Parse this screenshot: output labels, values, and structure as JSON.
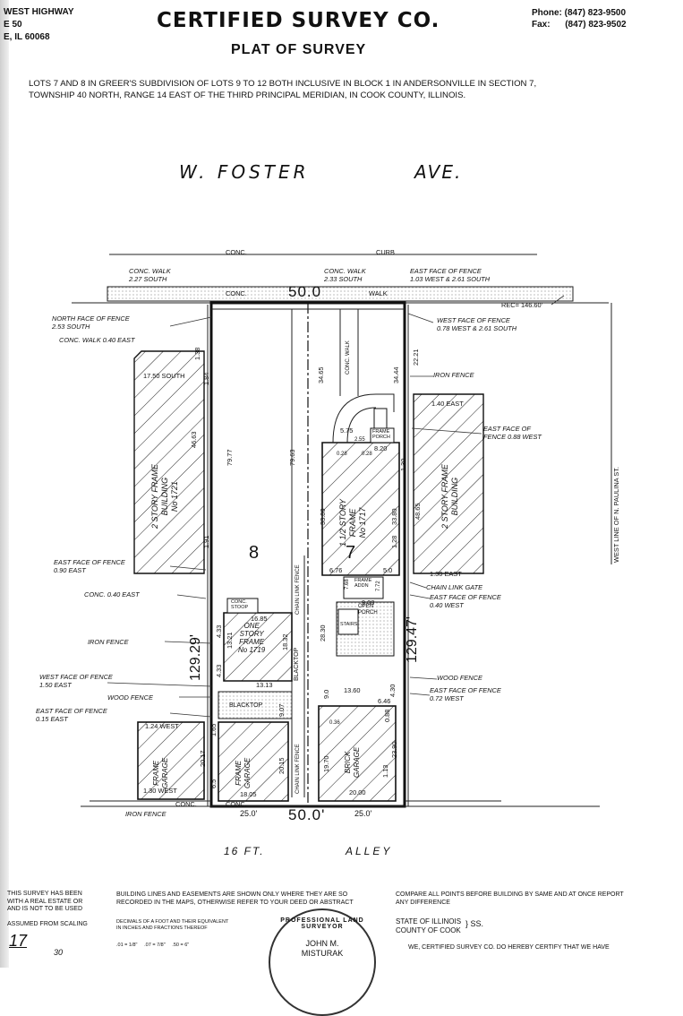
{
  "header": {
    "address_lines": [
      "WEST HIGHWAY",
      "E 50",
      "E, IL 60068"
    ],
    "company": "CERTIFIED SURVEY CO.",
    "doc_title": "PLAT OF SURVEY",
    "phone": "Phone: (847) 823-9500",
    "fax": "Fax:      (847) 823-9502",
    "legal_description": "LOTS 7 AND 8 IN GREER'S SUBDIVISION OF LOTS 9 TO 12 BOTH INCLUSIVE IN BLOCK 1 IN ANDERSONVILLE IN SECTION 7, TOWNSHIP 40 NORTH, RANGE 14 EAST OF THE THIRD PRINCIPAL MERIDIAN, IN COOK COUNTY, ILLINOIS."
  },
  "plat": {
    "street_top_a": "W. FOSTER",
    "street_top_b": "AVE.",
    "curb_a": "CONC.",
    "curb_b": "CURB",
    "width_top": "50.0",
    "width_bottom": "50.0'",
    "rec": "REC= 146.60'",
    "west_line": "WEST LINE OF N. PAULINA ST.",
    "alley_a": "16 FT.",
    "alley_b": "ALLEY",
    "lot_8": "8",
    "lot_7": "7",
    "depth_left": "129.29'",
    "depth_right": "129.47'",
    "sidewalk_conc": "CONC.",
    "sidewalk_walk": "WALK",
    "bottom_25_left": "25.0'",
    "bottom_25_right": "25.0'",
    "bottom_conc": "CONC.",
    "bottom_conc2": "CONC."
  },
  "notes_left": {
    "conc_walk_227": "CONC. WALK\n2.27 SOUTH",
    "north_face": "NORTH FACE OF FENCE\n2.53 SOUTH",
    "conc_walk_040": "CONC. WALK 0.40 EAST",
    "east_face_090": "EAST FACE OF FENCE\n0.90 EAST",
    "conc_040_east": "CONC. 0.40 EAST",
    "iron_fence": "IRON FENCE",
    "west_face_150": "WEST FACE OF FENCE\n1.50 EAST",
    "wood_fence": "WOOD FENCE",
    "east_face_015": "EAST FACE OF FENCE\n0.15 EAST",
    "iron_fence_bottom": "IRON FENCE"
  },
  "notes_right": {
    "conc_walk_233": "CONC. WALK\n2.33 SOUTH",
    "east_face_103": "EAST FACE OF FENCE\n1.03 WEST & 2.61 SOUTH",
    "west_face_078": "WEST FACE OF FENCE\n0.78 WEST & 2.61 SOUTH",
    "iron_fence": "IRON FENCE",
    "east_face_088": "EAST FACE OF\nFENCE 0.88 WEST",
    "chain_link_gate": "CHAIN LINK GATE",
    "east_face_040": "EAST FACE OF FENCE\n0.40 WEST",
    "wood_fence": "WOOD FENCE",
    "east_face_072": "EAST FACE OF FENCE\n0.72 WEST"
  },
  "buildings": {
    "left_building": "2 STORY FRAME\nBUILDING\nNo 1721",
    "right_building": "2 STORY FRAME\nBUILDING",
    "house_7": "1 1/2 STORY\nFRAME\nNo 1717",
    "one_story": "ONE\nSTORY\nFRAME\nNo 1719",
    "frame_garage_left": "FRAME\nGARAGE",
    "frame_garage_8": "FRAME\nGARAGE",
    "brick_garage": "BRICK\nGARAGE",
    "frame_porch": "FRAME\nPORCH",
    "frame_addn": "FRAME\nADDN",
    "open_porch": "OPEN\nPORCH",
    "stairs": "STAIRS",
    "conc_stoop": "CONC.\nSTOOP",
    "blacktop_a": "BLACKTOP",
    "blacktop_b": "BLACKTOP",
    "chain_link_fence_a": "CHAIN LINK FENCE",
    "chain_link_fence_b": "CHAIN LINK FENCE",
    "conc_walk_v": "CONC. WALK"
  },
  "dims": {
    "d1750": "17.50 SOUTH",
    "d138": "1.38",
    "d184": "1.84",
    "d4663": "46.63",
    "d7977": "79.77",
    "d7963": "79.63",
    "d3465": "34.65",
    "d3444": "34.44",
    "d2221": "22.21",
    "d140e": "1.40 EAST",
    "d4865": "48.65",
    "d3380a": "33.80",
    "d3380b": "33.80",
    "d130": "1.30",
    "d130e": "1.30 EAST",
    "d575": "5.75",
    "d255": "2.55",
    "d820": "8.20",
    "d028a": "0.28",
    "d028b": "0.28",
    "d128": "1.28",
    "d191": "1.91",
    "d676": "6.76",
    "d768": "7.68",
    "d772": "7.72",
    "d908": "9.08",
    "d50": "5.0",
    "d1685": "16.85",
    "d433a": "4.33",
    "d1321": "13.21",
    "d1832": "18.32",
    "d2830": "28.30",
    "d433b": "4.33",
    "d1313": "13.13",
    "d907": "9.07",
    "d90": "9.0",
    "d1360": "13.60",
    "d430": "4.30",
    "d646": "6.46",
    "d088": "0.88",
    "d036": "0.36",
    "d124w": "1.24 WEST",
    "d2017": "20.17",
    "d130w": "1.30 WEST",
    "d2015": "20.15",
    "d1970": "19.70",
    "d2390": "23.90",
    "d113": "1.13",
    "d1805": "18.05",
    "d2000": "20.00",
    "d165": "1.65",
    "d65": "6.5"
  },
  "footer": {
    "col1": "THIS SURVEY HAS BEEN\nWITH A REAL ESTATE OR\nAND IS NOT TO BE USED\n\nASSUMED FROM SCALING",
    "col1_num": "17",
    "col1_num2": "30",
    "col2": "BUILDING LINES AND EASEMENTS ARE SHOWN ONLY WHERE THEY ARE SO\nRECORDED IN THE MAPS, OTHERWISE REFER TO YOUR DEED OR ABSTRACT",
    "col2_b": "DECIMALS OF A FOOT AND THEIR EQUIVALENT\nIN INCHES AND FRACTIONS THEREOF",
    "col2_c": ".01 = 1/8\"     .07 = 7/8\"     .50 = 6\"",
    "col3": "COMPARE ALL POINTS BEFORE BUILDING BY SAME AND AT ONCE REPORT\nANY DIFFERENCE",
    "col3_state": "STATE OF ILLINOIS\nCOUNTY OF COOK",
    "col3_ss": "} SS.",
    "col3_cert": "WE, CERTIFIED SURVEY CO. DO HEREBY CERTIFY THAT WE HAVE",
    "seal_text": "PROFESSIONAL LAND SURVEYOR",
    "seal_name": "JOHN M.\nMISTURAK"
  }
}
